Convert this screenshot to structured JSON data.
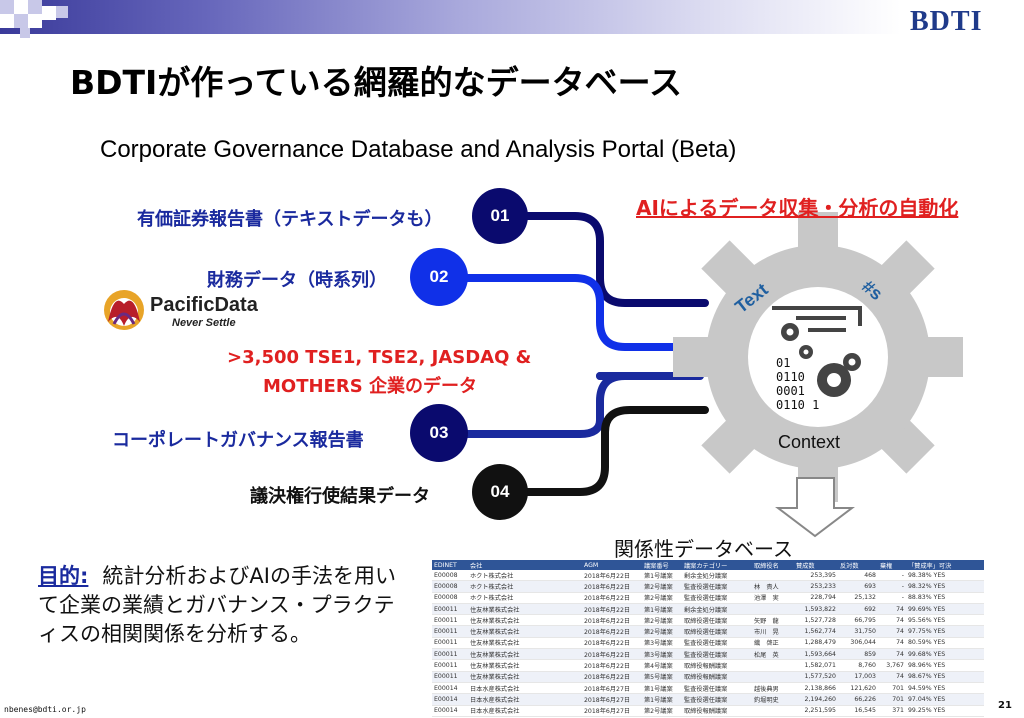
{
  "header": {
    "logo": "BDTI"
  },
  "title": "BDTIが作っている網羅的なデータベース",
  "subtitle": "Corporate Governance Database and Analysis Portal (Beta)",
  "sources": [
    {
      "label": "有価証券報告書（テキストデータも）",
      "badge": "01"
    },
    {
      "label": "財務データ（時系列）",
      "badge": "02"
    },
    {
      "label": ">3,500 TSE1, TSE2, JASDAQ &",
      "label2": "MOTHERS 企業のデータ"
    },
    {
      "label": "コーポレートガバナンス報告書",
      "badge": "03"
    },
    {
      "label": "議決権行使結果データ",
      "badge": "04"
    }
  ],
  "pacific": {
    "name": "PacificData",
    "tagline": "Never Settle"
  },
  "ai_title": "AIによるデータ収集・分析の自動化",
  "gear": {
    "text_label": "Text",
    "num_label": "#s",
    "context_label": "Context",
    "bits": [
      "01",
      "0110",
      "0001",
      "0110 1"
    ]
  },
  "db_caption": "関係性データベース",
  "purpose": {
    "label": "目的:",
    "text": "統計分析およびAIの手法を用いて企業の業績とガバナンス・プラクティスの相関関係を分析する。"
  },
  "table": {
    "headers": [
      "EDINET",
      "会社",
      "AGM",
      "議案番号",
      "議案カテゴリー",
      "取締役名",
      "賛成数",
      "反対数",
      "棄権",
      "「賛成率」可決"
    ],
    "rows": [
      [
        "E00008",
        "ホクト株式会社",
        "2018年6月22日",
        "第1号議案",
        "剰余金処分議案",
        "",
        "253,395",
        "468",
        "-",
        "98.38% YES"
      ],
      [
        "E00008",
        "ホクト株式会社",
        "2018年6月22日",
        "第2号議案",
        "監査役選任議案",
        "林　貴人",
        "253,233",
        "693",
        "-",
        "98.32% YES"
      ],
      [
        "E00008",
        "ホクト株式会社",
        "2018年6月22日",
        "第2号議案",
        "監査役選任議案",
        "池澤　実",
        "228,794",
        "25,132",
        "-",
        "88.83% YES"
      ],
      [
        "E00011",
        "住友林業株式会社",
        "2018年6月22日",
        "第1号議案",
        "剰余金処分議案",
        "",
        "1,593,822",
        "692",
        "74",
        "99.69% YES"
      ],
      [
        "E00011",
        "住友林業株式会社",
        "2018年6月22日",
        "第2号議案",
        "取締役選任議案",
        "矢野　龍",
        "1,527,728",
        "66,795",
        "74",
        "95.56% YES"
      ],
      [
        "E00011",
        "住友林業株式会社",
        "2018年6月22日",
        "第2号議案",
        "取締役選任議案",
        "市川　晃",
        "1,562,774",
        "31,750",
        "74",
        "97.75% YES"
      ],
      [
        "E00011",
        "住友林業株式会社",
        "2018年6月22日",
        "第3号議案",
        "監査役選任議案",
        "織　啓正",
        "1,288,479",
        "306,044",
        "74",
        "80.59% YES"
      ],
      [
        "E00011",
        "住友林業株式会社",
        "2018年6月22日",
        "第3号議案",
        "監査役選任議案",
        "松尾　英",
        "1,593,664",
        "859",
        "74",
        "99.68% YES"
      ],
      [
        "E00011",
        "住友林業株式会社",
        "2018年6月22日",
        "第4号議案",
        "取締役報酬議案",
        "",
        "1,582,071",
        "8,760",
        "3,767",
        "98.96% YES"
      ],
      [
        "E00011",
        "住友林業株式会社",
        "2018年6月22日",
        "第5号議案",
        "取締役報酬議案",
        "",
        "1,577,520",
        "17,003",
        "74",
        "98.67% YES"
      ],
      [
        "E00014",
        "日本水産株式会社",
        "2018年6月27日",
        "第1号議案",
        "監査役選任議案",
        "越後典男",
        "2,138,866",
        "121,620",
        "701",
        "94.59% YES"
      ],
      [
        "E00014",
        "日本水産株式会社",
        "2018年6月27日",
        "第1号議案",
        "監査役選任議案",
        "釣堀明史",
        "2,194,260",
        "66,226",
        "701",
        "97.04% YES"
      ],
      [
        "E00014",
        "日本水産株式会社",
        "2018年6月27日",
        "第2号議案",
        "取締役報酬議案",
        "",
        "2,251,595",
        "16,545",
        "371",
        "99.25% YES"
      ]
    ]
  },
  "footer": {
    "email": "nbenes@bdti.or.jp",
    "page": "21"
  },
  "colors": {
    "navy": "#1a2a9e",
    "dark_navy": "#0a0a6e",
    "bright_blue": "#1030e8",
    "red": "#e02020",
    "gear_gray": "#c8c8c8"
  }
}
